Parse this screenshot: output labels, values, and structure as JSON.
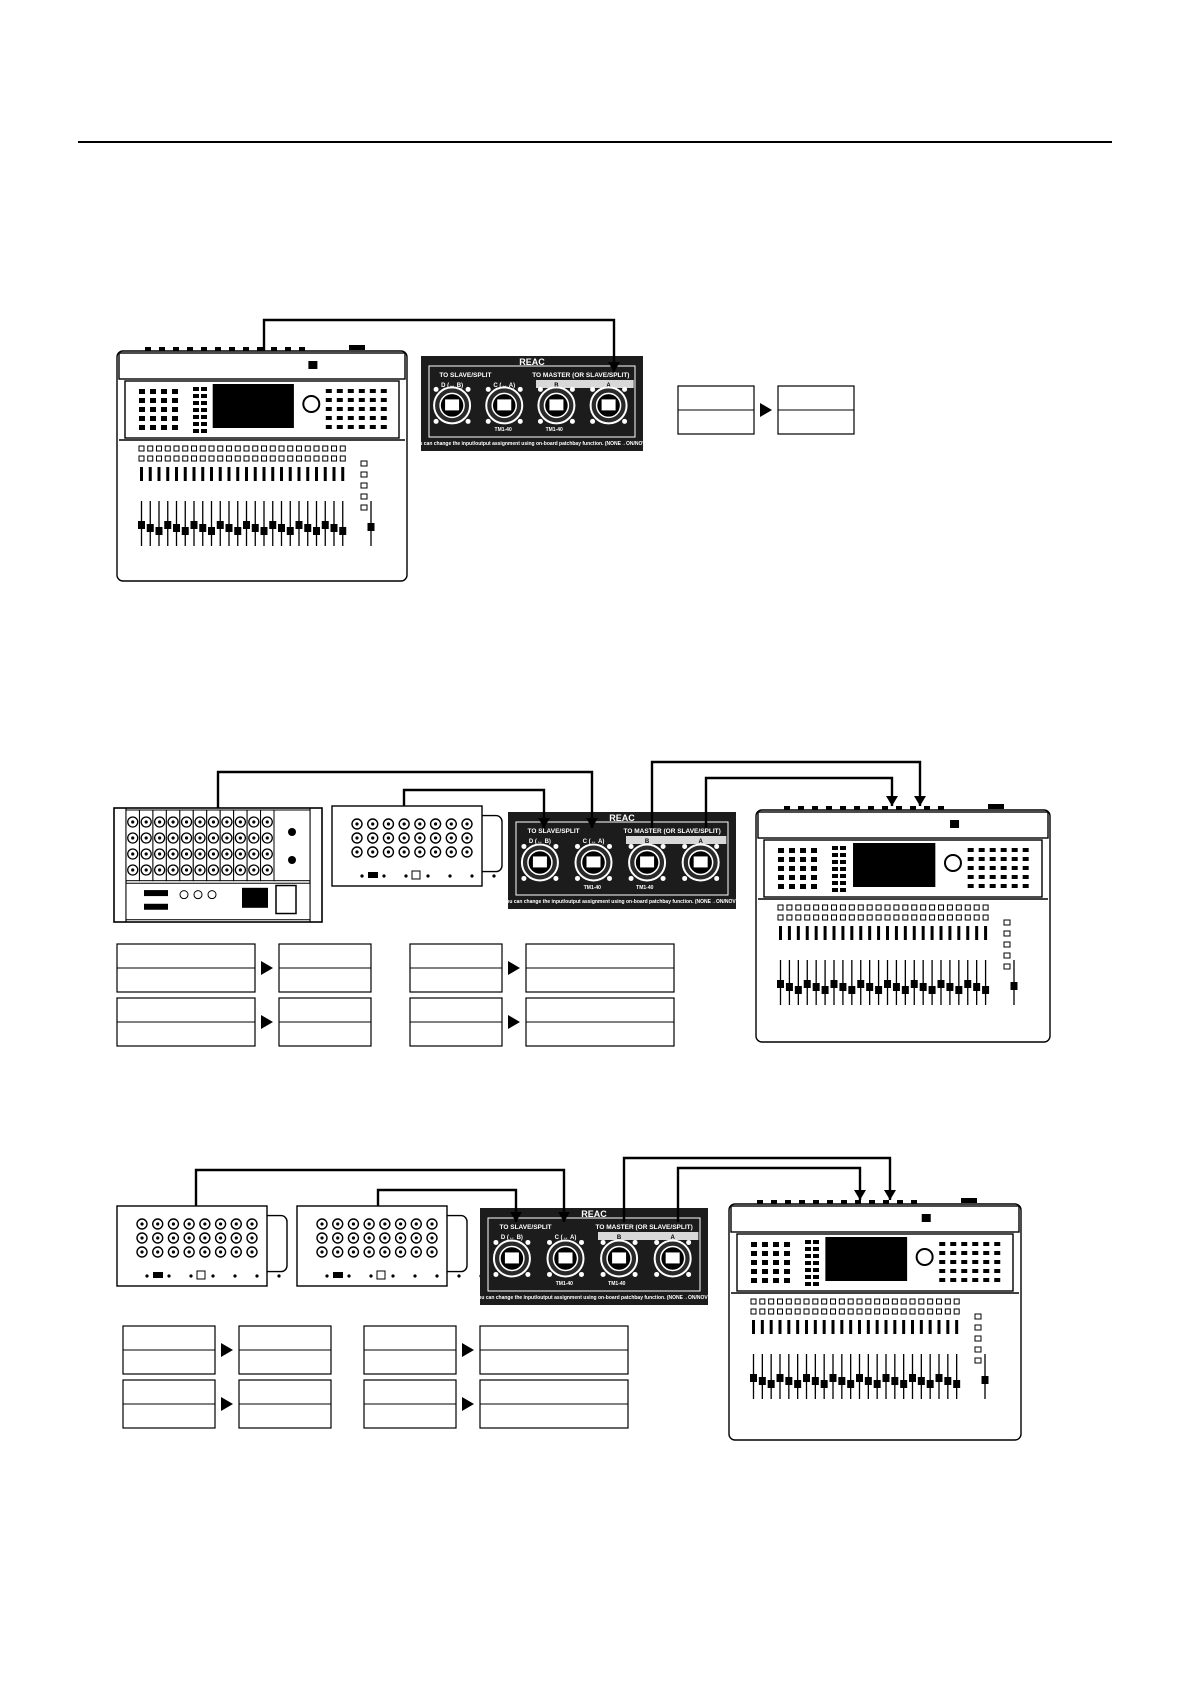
{
  "reac_panel": {
    "logo": "REAC",
    "slave_header": "TO SLAVE/SPLIT",
    "master_header": "TO MASTER (OR SLAVE/SPLIT)",
    "port_d": "D (↔ B)",
    "port_c": "C (↔ A)",
    "port_b": "B",
    "port_a": "A",
    "tag_1": "TM1-40",
    "tag_2": "TM1-40",
    "note": "You can change the input/output assignment using on-board patchbay function. (NONE→ON/NOVE)"
  },
  "colors": {
    "line": "#000000",
    "panel": "#1c1c1c",
    "panel_text": "#ffffff",
    "equipment_fill": "#ffffff"
  },
  "icons": [
    "digital-mixer-icon",
    "stage-box-icon",
    "rack-unit-icon",
    "rj45-port-icon",
    "arrow-right-icon"
  ]
}
